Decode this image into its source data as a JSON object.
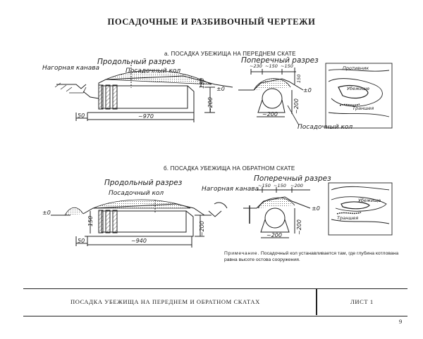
{
  "page": {
    "title": "ПОСАДОЧНЫЕ И РАЗБИВОЧНЫЙ ЧЕРТЕЖИ",
    "number": "9"
  },
  "section_a": {
    "caption": "а. ПОСАДКА УБЕЖИЩА НА ПЕРЕДНЕМ СКАТЕ",
    "long_section_label": "Продольный разрез",
    "cross_section_label": "Поперечный разрез",
    "stake_label": "Посадочный кол",
    "ditch_label": "Нагорная канава",
    "stake_label_cross": "Посадочный кол",
    "dims": {
      "left_50": "50",
      "length_970": "~970",
      "h_130": "130",
      "depth_200": "~200",
      "zero_long": "±0",
      "w_230": "~230",
      "w_150a": "~150",
      "w_150b": "~150",
      "h_150": "150",
      "zero_cross": "±0",
      "depth_200_cross": "~200",
      "bottom_200": "~200"
    },
    "map": {
      "enemy": "Противник",
      "shelter": "Убежище",
      "trench": "Траншея"
    }
  },
  "section_b": {
    "caption": "б. ПОСАДКА УБЕЖИЩА НА ОБРАТНОМ СКАТЕ",
    "long_section_label": "Продольный разрез",
    "cross_section_label": "Поперечный разрез",
    "stake_label": "Посадочный кол",
    "ditch_label": "Нагорная канава",
    "dims": {
      "zero_left": "±0",
      "left_50": "50",
      "length_940": "~940",
      "h_150": "150",
      "depth_200": "~200",
      "w_150a": "~150",
      "w_150b": "~150",
      "w_200": "~200",
      "zero_cross": "±0",
      "depth_200_cross": "~200",
      "bottom_200": "~200"
    },
    "map": {
      "shelter": "Убежище",
      "trench": "Траншея"
    }
  },
  "note": {
    "lead": "Примечание.",
    "text": "Посадочный кол устанавливается там, где глубина котлована равна высоте остова сооружения."
  },
  "footer": {
    "title": "ПОСАДКА УБЕЖИЩА НА ПЕРЕДНЕМ И ОБРАТНОМ СКАТАХ",
    "sheet": "ЛИСТ 1"
  }
}
